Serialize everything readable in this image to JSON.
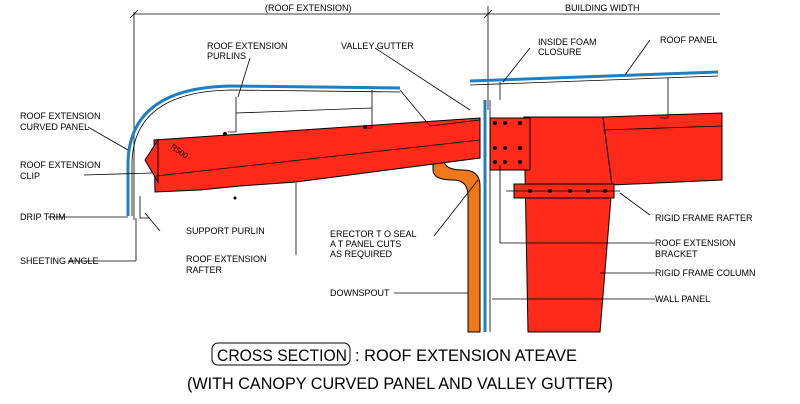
{
  "dimensions": {
    "roof_extension": "(ROOF EXTENSION)",
    "building_width": "BUILDING WIDTH"
  },
  "labels": {
    "roof_extension_purlins_1": "ROOF EXTENSION",
    "roof_extension_purlins_2": "PURLINS",
    "valley_gutter": "VALLEY GUTTER",
    "inside_foam_1": "INSIDE FOAM",
    "inside_foam_2": "CLOSURE",
    "roof_panel": "ROOF PANEL",
    "curved_panel_1": "ROOF EXTENSION",
    "curved_panel_2": "CURVED PANEL",
    "clip_1": "ROOF EXTENSION",
    "clip_2": "CLIP",
    "drip_trim": "DRIP TRIM",
    "sheeting_angle": "SHEETING ANGLE",
    "support_purlin": "SUPPORT PURLIN",
    "ext_rafter_1": "ROOF EXTENSION",
    "ext_rafter_2": "RAFTER",
    "erector_1": "ERECTOR T O SEAL",
    "erector_2": "A T PANEL CUTS",
    "erector_3": "AS REQUIRED",
    "downspout": "DOWNSPOUT",
    "rigid_frame_rafter": "RIGID FRAME RAFTER",
    "ext_bracket_1": "ROOF EXTENSION",
    "ext_bracket_2": "BRACKET",
    "rigid_frame_column": "RIGID FRAME COLUMN",
    "wall_panel": "WALL PANEL",
    "radius": "R500"
  },
  "caption": {
    "boxed": "CROSS SECTION",
    "line1_rest": ": ROOF EXTENSION ATEAVE",
    "line2": "(WITH CANOPY CURVED PANEL AND VALLEY GUTTER)"
  },
  "colors": {
    "steel": "#ff2a1a",
    "downspout": "#f07818",
    "panel": "#1e7fc2",
    "ink": "#000000"
  }
}
